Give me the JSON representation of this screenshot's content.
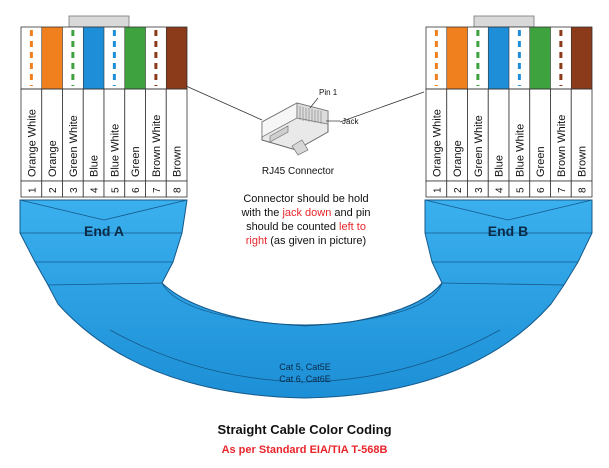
{
  "colors": {
    "orange": "#f07f1e",
    "green": "#3ea23e",
    "blue": "#1f8ed8",
    "brown": "#8b3a1a",
    "cable": "#2ba3e3",
    "cable_dark": "#1e8ad0",
    "red_text": "#e8252b"
  },
  "pins": [
    {
      "num": "1",
      "label": "Orange White",
      "color": "orange",
      "striped": true
    },
    {
      "num": "2",
      "label": "Orange",
      "color": "orange",
      "striped": false
    },
    {
      "num": "3",
      "label": "Green White",
      "color": "green",
      "striped": true
    },
    {
      "num": "4",
      "label": "Blue",
      "color": "blue",
      "striped": false
    },
    {
      "num": "5",
      "label": "Blue White",
      "color": "blue",
      "striped": true
    },
    {
      "num": "6",
      "label": "Green",
      "color": "green",
      "striped": false
    },
    {
      "num": "7",
      "label": "Brown White",
      "color": "brown",
      "striped": true
    },
    {
      "num": "8",
      "label": "Brown",
      "color": "brown",
      "striped": false
    }
  ],
  "end_a": {
    "label": "End A"
  },
  "end_b": {
    "label": "End B"
  },
  "connector": {
    "title": "RJ45 Connector",
    "pin_label": "Pin 1",
    "jack_label": "Jack"
  },
  "instruction": {
    "part1": "Connector should be hold",
    "part2": "with the ",
    "highlight1": "jack down",
    "part3": " and pin",
    "part4": "should be counted ",
    "highlight2": "left to",
    "highlight3": "right",
    "part5": " (as given in picture)"
  },
  "cable": {
    "line1": "Cat 5, Cat5E",
    "line2": "Cat 6, Cat6E"
  },
  "footer": {
    "title": "Straight Cable Color Coding",
    "subtitle": "As per Standard EIA/TIA  T-568B"
  }
}
